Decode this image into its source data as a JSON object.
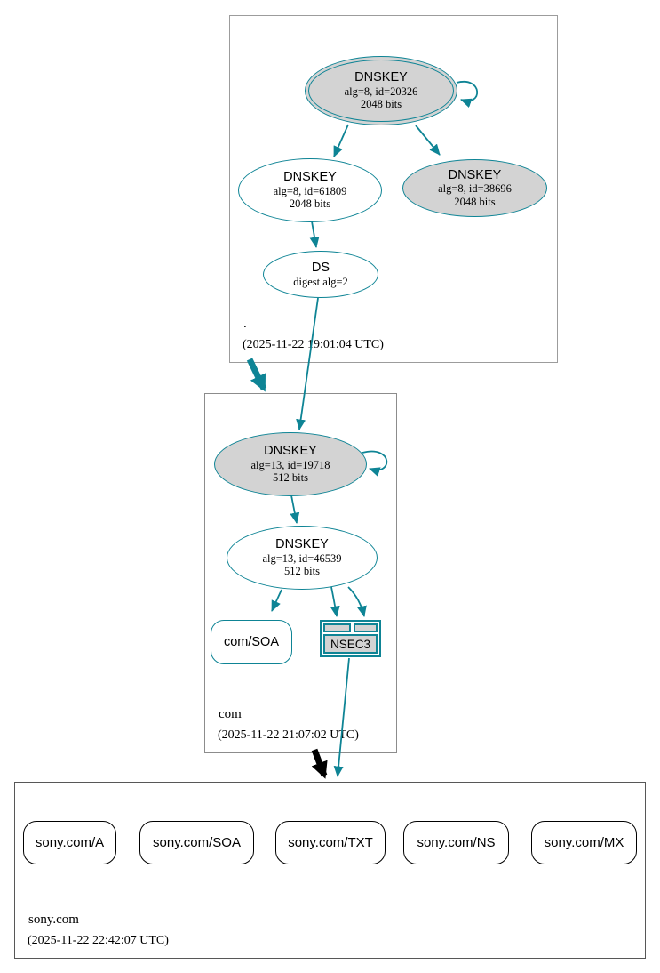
{
  "colors": {
    "teal": "#0e8495",
    "gray_fill": "#d3d3d3",
    "ink": "#000000"
  },
  "zones": [
    {
      "name": ".",
      "timestamp": "(2025-11-22 19:01:04 UTC)",
      "nodes": {
        "ksk": {
          "title": "DNSKEY",
          "line1": "alg=8, id=20326",
          "line2": "2048 bits"
        },
        "zsk": {
          "title": "DNSKEY",
          "line1": "alg=8, id=61809",
          "line2": "2048 bits"
        },
        "extra": {
          "title": "DNSKEY",
          "line1": "alg=8, id=38696",
          "line2": "2048 bits"
        },
        "ds": {
          "title": "DS",
          "line1": "digest alg=2"
        }
      }
    },
    {
      "name": "com",
      "timestamp": "(2025-11-22 21:07:02 UTC)",
      "nodes": {
        "ksk": {
          "title": "DNSKEY",
          "line1": "alg=13, id=19718",
          "line2": "512 bits"
        },
        "zsk": {
          "title": "DNSKEY",
          "line1": "alg=13, id=46539",
          "line2": "512 bits"
        },
        "soa": {
          "label": "com/SOA"
        },
        "nsec3": {
          "label": "NSEC3"
        }
      }
    },
    {
      "name": "sony.com",
      "timestamp": "(2025-11-22 22:42:07 UTC)",
      "rrsets": [
        {
          "label": "sony.com/A"
        },
        {
          "label": "sony.com/SOA"
        },
        {
          "label": "sony.com/TXT"
        },
        {
          "label": "sony.com/NS"
        },
        {
          "label": "sony.com/MX"
        }
      ]
    }
  ]
}
